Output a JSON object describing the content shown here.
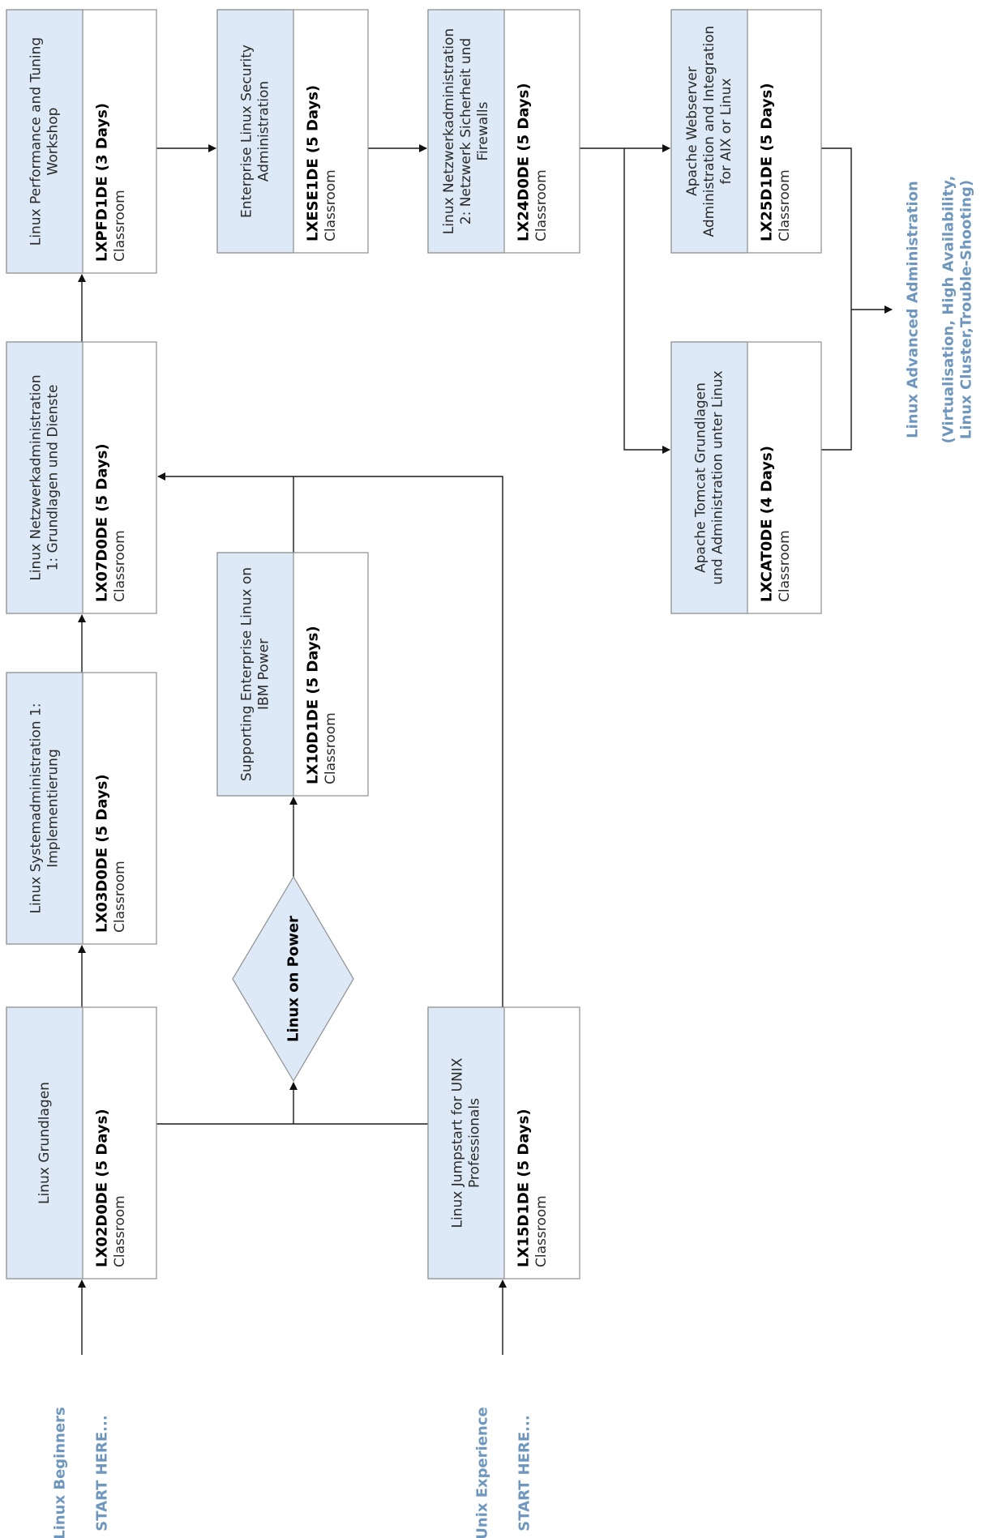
{
  "colors": {
    "box_fill": "#dde9f6",
    "box_stroke": "#8e8e8e",
    "line": "#1a1a1a",
    "start_text": "#6f97be"
  },
  "courses": [
    {
      "id": "pfd",
      "title": [
        "Linux Performance and Tuning",
        "Workshop"
      ],
      "code": "LXPFD1DE (3 Days)",
      "mode": "Classroom"
    },
    {
      "id": "ese",
      "title": [
        "Enterprise Linux Security",
        "Administration"
      ],
      "code": "LXESE1DE (5 Days)",
      "mode": "Classroom"
    },
    {
      "id": "24d",
      "title": [
        "Linux Netzwerkadministration",
        "2: Netzwerk Sicherheit und",
        "Firewalls"
      ],
      "code": "LX24D0DE (5 Days)",
      "mode": "Classroom"
    },
    {
      "id": "25d",
      "title": [
        "Apache Webserver",
        "Administration and Integration",
        "for AIX or Linux"
      ],
      "code": "LX25D1DE (5 Days)",
      "mode": "Classroom"
    },
    {
      "id": "07d",
      "title": [
        "Linux Netzwerkadministration",
        "1: Grundlagen und Dienste"
      ],
      "code": "LX07D0DE (5 Days)",
      "mode": "Classroom"
    },
    {
      "id": "cat",
      "title": [
        "Apache Tomcat Grundlagen",
        "und Administration unter Linux"
      ],
      "code": "LXCAT0DE (4 Days)",
      "mode": "Classroom"
    },
    {
      "id": "10d",
      "title": [
        "Supporting Enterprise Linux on",
        "IBM Power"
      ],
      "code": "LX10D1DE  (5 Days)",
      "mode": "Classroom"
    },
    {
      "id": "03d",
      "title": [
        "Linux Systemadministration 1:",
        "Implementierung"
      ],
      "code": "LX03D0DE (5 Days)",
      "mode": "Classroom"
    },
    {
      "id": "02d",
      "title": [
        "Linux Grundlagen"
      ],
      "code": "LX02D0DE (5 Days)",
      "mode": "Classroom"
    },
    {
      "id": "15d",
      "title": [
        "Linux Jumpstart for UNIX",
        "Professionals"
      ],
      "code": "LX15D1DE (5 Days)",
      "mode": "Classroom"
    }
  ],
  "decision": {
    "label": "Linux on Power"
  },
  "starts": [
    {
      "id": "beginners",
      "lines": [
        "Linux Beginners",
        "START HERE..."
      ]
    },
    {
      "id": "unix",
      "lines": [
        "Unix Experience",
        "START HERE..."
      ]
    }
  ],
  "goal": {
    "title": "Linux Advanced Administration",
    "subtitle": [
      "(Virtualisation, High Availability,",
      "Linux Cluster,Trouble-Shooting)"
    ]
  }
}
